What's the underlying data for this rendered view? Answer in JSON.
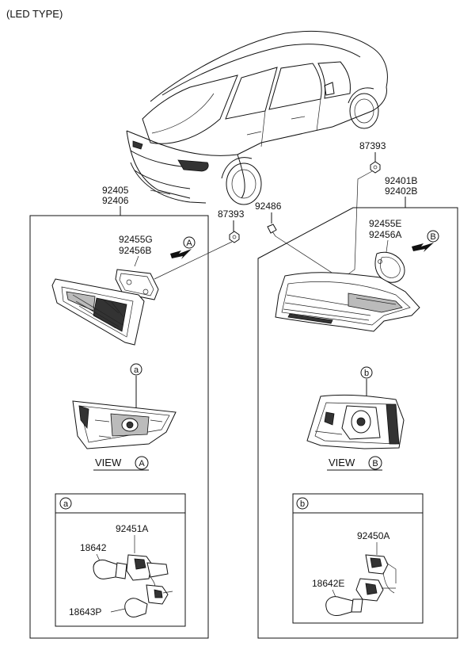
{
  "header": {
    "title": "(LED TYPE)"
  },
  "left_assembly": {
    "part_numbers": [
      "92405",
      "92406"
    ],
    "gasket_numbers": [
      "92455G",
      "92456B"
    ],
    "nut": "87393",
    "view_callout": "A",
    "view_label": "VIEW",
    "bulb_callout": "a",
    "detail": {
      "tag": "a",
      "socket": "92451A",
      "bulb": "18642",
      "bulb2": "18643P"
    }
  },
  "center": {
    "screw": "92486"
  },
  "right_assembly": {
    "nut": "87393",
    "part_numbers": [
      "92401B",
      "92402B"
    ],
    "gasket_numbers": [
      "92455E",
      "92456A"
    ],
    "view_callout": "B",
    "view_label": "VIEW",
    "bulb_callout": "b",
    "detail": {
      "tag": "b",
      "socket": "92450A",
      "bulb": "18642E"
    }
  },
  "icons": {
    "car": "sedan-rear-view-icon",
    "arrow": "view-direction-arrow-icon"
  }
}
